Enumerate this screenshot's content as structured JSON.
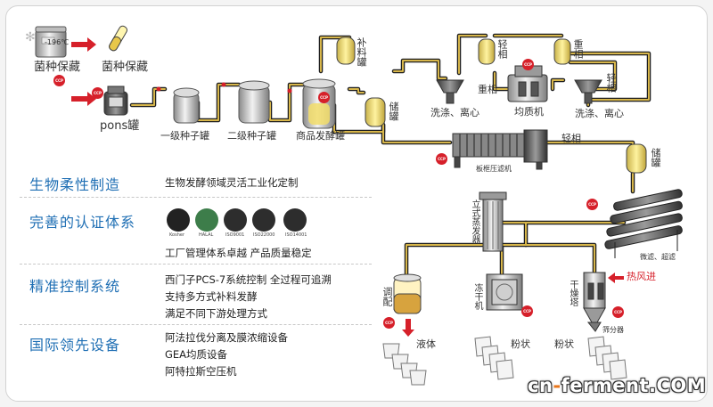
{
  "colors": {
    "pipe": "#c7a53a",
    "pipe_dark": "#1f1f1f",
    "brand_blue": "#1f6fb4",
    "ccp_red": "#d6202a",
    "accent_orange": "#e8751a"
  },
  "process": {
    "strain_storage": "菌种保藏",
    "strain_storage_tube": "菌种保藏",
    "freezer_display": "-196℃",
    "pons_tank": "pons罐",
    "primary_seed_tank": "一级种子罐",
    "secondary_seed_tank": "二级种子罐",
    "production_fermenter": "商品发酵罐",
    "feed_tank": "补料罐",
    "storage_tank_1": "储罐",
    "wash_centrifuge_1": "洗涤、离心",
    "light_phase_tank_1": "轻相",
    "heavy_phase_label": "重相",
    "heavy_phase_tank": "重相",
    "homogenizer": "均质机",
    "light_phase_tank_2": "轻相",
    "wash_centrifuge_2": "洗涤、离心",
    "plate_filter_press": "板框压滤机",
    "light_phase_label": "轻相",
    "storage_tank_2": "储罐",
    "filtration_ultrafiltration": "微滤、超滤",
    "vertical_evaporator": "立式蒸发器",
    "blending": "调配",
    "freeze_dryer": "冻干机",
    "spray_dryer": "干燥塔",
    "hot_air_in": "热风进",
    "sieve": "筛分器",
    "liquid_product": "液体",
    "powder_product_1": "粉状",
    "powder_product_2": "粉状",
    "ccp": "CCP"
  },
  "features": [
    {
      "heading": "生物柔性制造",
      "lines": [
        "生物发酵领域灵活工业化定制"
      ]
    },
    {
      "heading": "完善的认证体系",
      "lines": [
        "工厂管理体系卓越  产品质量稳定"
      ]
    },
    {
      "heading": "精准控制系统",
      "lines": [
        "西门子PCS-7系统控制  全过程可追溯",
        "支持多方式补料发酵",
        "满足不同下游处理方式"
      ]
    },
    {
      "heading": "国际领先设备",
      "lines": [
        "阿法拉伐分离及膜浓缩设备",
        "GEA均质设备",
        "阿特拉斯空压机"
      ]
    }
  ],
  "certificates": [
    {
      "icon": "kosher-icon",
      "caption": "Kosher"
    },
    {
      "icon": "halal-icon",
      "caption": "HALAL"
    },
    {
      "icon": "cqc-icon",
      "caption": "ISO9001"
    },
    {
      "icon": "cqc-icon",
      "caption": "ISO22000"
    },
    {
      "icon": "cqc-icon",
      "caption": "ISO14001"
    }
  ],
  "logo": {
    "part1": "cn",
    "dash": "-",
    "part2": "ferment",
    "suffix": ".COM"
  }
}
